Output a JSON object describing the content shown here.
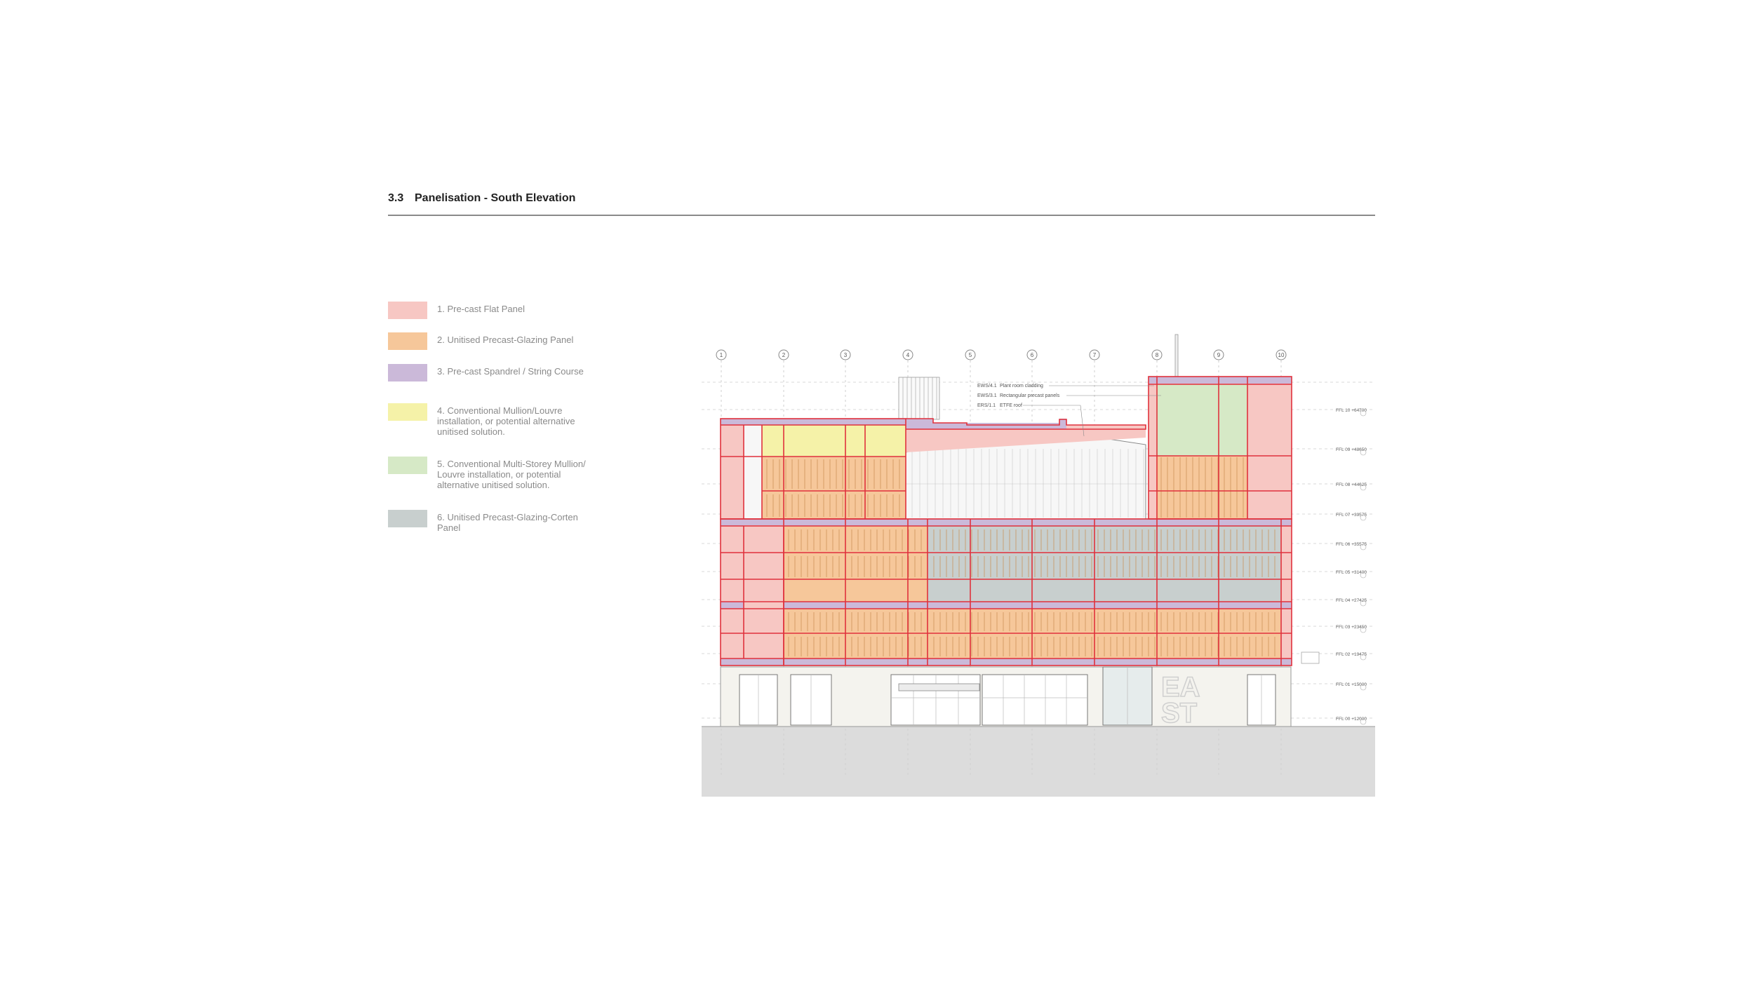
{
  "header": {
    "section_number": "3.3",
    "section_title": "Panelisation - South Elevation"
  },
  "legend": [
    {
      "label": "1. Pre-cast Flat Panel",
      "color": "#f7c7c3"
    },
    {
      "label": "2. Unitised Precast-Glazing Panel",
      "color": "#f6c79a"
    },
    {
      "label": "3. Pre-cast Spandrel / String Course",
      "color": "#cbb9d9"
    },
    {
      "label": "4. Conventional Mullion/Louvre installation, or potential alternative unitised solution.",
      "color": "#f5f2a8"
    },
    {
      "label": "5. Conventional Multi-Storey Mullion/ Louvre installation, or potential alternative unitised solution.",
      "color": "#d6e9c6"
    },
    {
      "label": "6. Unitised Precast-Glazing-Corten Panel",
      "color": "#c8cfce"
    }
  ],
  "drawing": {
    "grid_labels": [
      "1",
      "2",
      "3",
      "4",
      "5",
      "6",
      "7",
      "8",
      "9",
      "10"
    ],
    "annotations": [
      {
        "code": "EWS/4.1",
        "text": "Plant room cladding"
      },
      {
        "code": "EWS/3.1",
        "text": "Rectangular precast panels"
      },
      {
        "code": "ERS/1.1",
        "text": "ETFE roof"
      }
    ],
    "levels": [
      "FFL 10 +64700",
      "FFL 09 +48650",
      "FFL 08 +44625",
      "FFL 07 +39575",
      "FFL 06 +35575",
      "FFL 05 +31400",
      "FFL 04 +27425",
      "FFL 03 +23450",
      "FFL 02 +19475",
      "FFL 01 +15000",
      "FFL 00 +12000"
    ],
    "signage": [
      "EA",
      "ST"
    ]
  }
}
